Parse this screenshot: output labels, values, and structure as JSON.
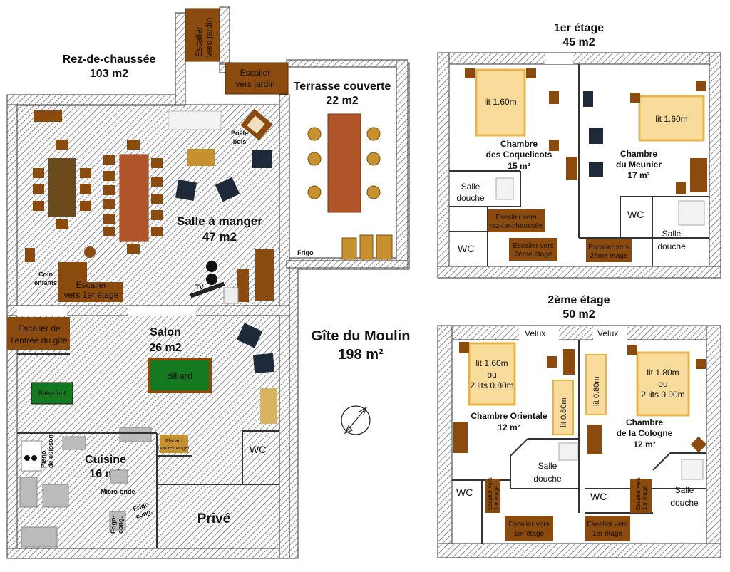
{
  "title": {
    "name": "Gîte du Moulin",
    "area": "198 m²"
  },
  "colors": {
    "stairs": "#8b4a0e",
    "furniture": "#8b4a0e",
    "bed": "#f9dc9c",
    "bed_border": "#e8b448",
    "billiard": "#157a1f",
    "wall_hatch": "#555555"
  },
  "ground": {
    "label": "Rez-de-chaussée",
    "area": "103 m2",
    "stairs_garden_1": [
      "Escalier",
      "vers jardin"
    ],
    "stairs_garden_2": [
      "Escalier",
      "vers jardin"
    ],
    "terrace": {
      "name": "Terrasse couverte",
      "area": "22 m2"
    },
    "dining": {
      "name": "Salle à manger",
      "area": "47 m2"
    },
    "stove": [
      "Poêle",
      "bois"
    ],
    "fridge_terrace": "Frigo",
    "kids_corner": [
      "Coin",
      "enfants"
    ],
    "stairs_up": [
      "Escalier",
      "vers 1er étage"
    ],
    "tv": "TV",
    "entry_stairs": [
      "Escalier de",
      "l'entrée du gîte"
    ],
    "salon": {
      "name": "Salon",
      "area": "26 m2"
    },
    "billiard": "Billard",
    "babyfoot": "Baby-foot",
    "pantry": [
      "Placard",
      "garde-manger"
    ],
    "wc": "WC",
    "kitchen": {
      "name": "Cuisine",
      "area": "16 m2"
    },
    "stove_kitchen": [
      "Piano",
      "de cuisson"
    ],
    "microwave": "Micro-onde",
    "fridge_freezer": [
      "Frigo-",
      "cong."
    ],
    "fridge_freezer_2": [
      "Frigo-",
      "cong."
    ],
    "private": "Privé"
  },
  "first": {
    "label": "1er étage",
    "area": "45 m2",
    "bed1": "lit 1.60m",
    "bed2": "lit 1.60m",
    "room1": {
      "name": [
        "Chambre",
        "des Coquelicots"
      ],
      "area": "15 m²"
    },
    "room2": {
      "name": [
        "Chambre",
        "du Meunier"
      ],
      "area": "17 m²"
    },
    "shower1": [
      "Salle",
      "douche"
    ],
    "shower2": [
      "Salle",
      "douche"
    ],
    "wc1": "WC",
    "wc2": "WC",
    "stairs_down": [
      "Escalier vers",
      "rez-de-chaussée"
    ],
    "stairs_up1": [
      "Escalier vers",
      "2ème étage"
    ],
    "stairs_up2": [
      "Escalier vers",
      "2ème étage"
    ]
  },
  "second": {
    "label": "2ème étage",
    "area": "50 m2",
    "velux1": "Velux",
    "velux2": "Velux",
    "bed1": [
      "lit 1.60m",
      "ou",
      "2 lits 0.80m"
    ],
    "bed2": [
      "lit 1.80m",
      "ou",
      "2 lits 0.90m"
    ],
    "bed_small1": "lit 0.80m",
    "bed_small2": "lit 0.80m",
    "room1": {
      "name": "Chambre Orientale",
      "area": "12 m²"
    },
    "room2": {
      "name": [
        "Chambre",
        "de la Cologne"
      ],
      "area": "12 m²"
    },
    "shower1": [
      "Salle",
      "douche"
    ],
    "shower2": [
      "Salle",
      "douche"
    ],
    "wc1": "WC",
    "wc2": "WC",
    "stairs_v1": [
      "Escalier vers",
      "1er étage"
    ],
    "stairs_v2": [
      "Escalier vers",
      "1er étage"
    ],
    "stairs_h1": [
      "Escalier vers",
      "1er étage"
    ],
    "stairs_h2": [
      "Escalier vers",
      "1er étage"
    ]
  }
}
